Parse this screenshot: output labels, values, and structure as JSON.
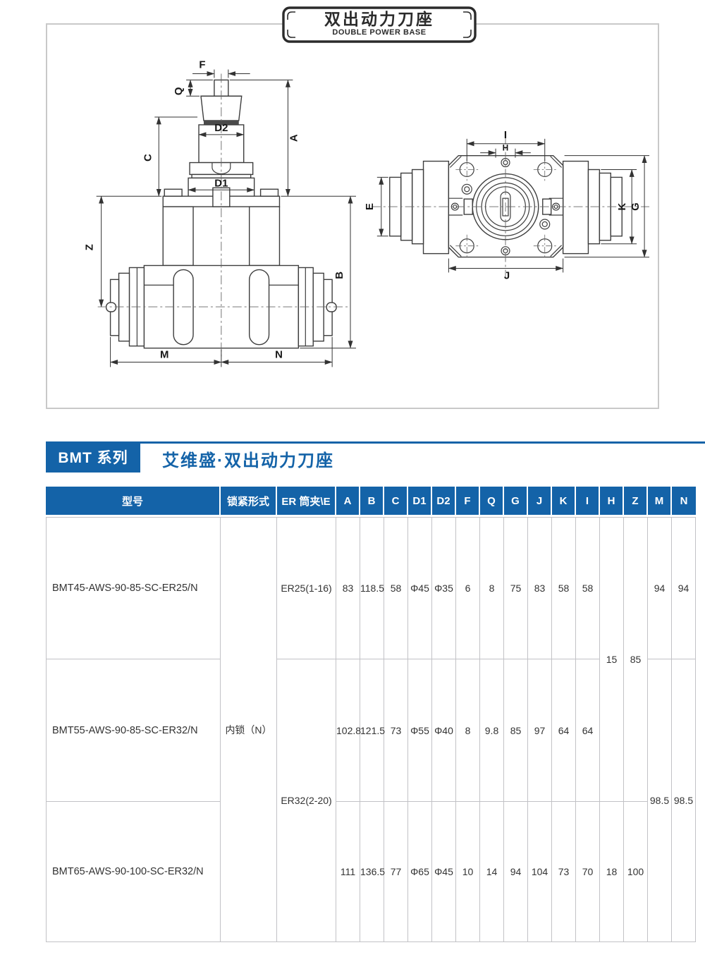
{
  "banner": {
    "title_cn": "双出动力刀座",
    "title_en": "DOUBLE POWER BASE"
  },
  "series": {
    "badge": "BMT 系列",
    "title": "艾维盛·双出动力刀座"
  },
  "colors": {
    "accent_blue": "#1463a8",
    "line_gray": "#c9c9c9"
  },
  "drawing": {
    "labels": {
      "f": "F",
      "q": "Q",
      "d2": "D2",
      "a": "A",
      "c": "C",
      "d1": "D1",
      "z": "Z",
      "b": "B",
      "m": "M",
      "n": "N",
      "i": "I",
      "h": "H",
      "e": "E",
      "k": "K",
      "g": "G",
      "j": "J"
    }
  },
  "table": {
    "headers": [
      "型号",
      "锁紧形式",
      "ER 筒夹\\E",
      "A",
      "B",
      "C",
      "D1",
      "D2",
      "F",
      "Q",
      "G",
      "J",
      "K",
      "I",
      "H",
      "Z",
      "M",
      "N"
    ],
    "lock_type": "内锁（N）",
    "rows": [
      {
        "model": "BMT45-AWS-90-85-SC-ER25/N",
        "er": "ER25(1-16)",
        "a": "83",
        "b": "118.5",
        "c": "58",
        "d1": "Φ45",
        "d2": "Φ35",
        "f": "6",
        "q": "8",
        "g": "75",
        "j": "83",
        "k": "58",
        "i": "58",
        "m": "94",
        "n": "94"
      },
      {
        "model": "BMT55-AWS-90-85-SC-ER32/N",
        "er": "ER32(2-20)",
        "a": "102.8",
        "b": "121.5",
        "c": "73",
        "d1": "Φ55",
        "d2": "Φ40",
        "f": "8",
        "q": "9.8",
        "g": "85",
        "j": "97",
        "k": "64",
        "i": "64"
      },
      {
        "model": "BMT65-AWS-90-100-SC-ER32/N",
        "a": "111",
        "b": "136.5",
        "c": "77",
        "d1": "Φ65",
        "d2": "Φ45",
        "f": "10",
        "q": "14",
        "g": "94",
        "j": "104",
        "k": "73",
        "i": "70",
        "h": "18",
        "z": "100"
      }
    ],
    "merged": {
      "h_rows_1_2": "15",
      "z_rows_1_2": "85",
      "m_rows_2_3": "98.5",
      "n_rows_2_3": "98.5"
    }
  }
}
